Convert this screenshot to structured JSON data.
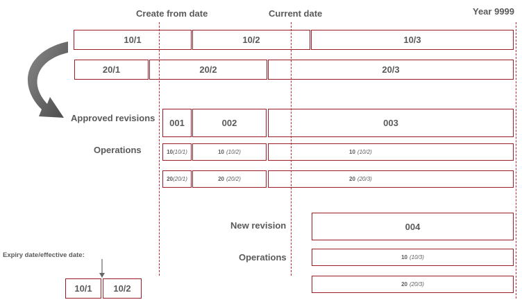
{
  "headers": {
    "create_from_date": "Create from date",
    "current_date": "Current date",
    "year_9999": "Year 9999"
  },
  "row1": [
    "10/1",
    "10/2",
    "10/3"
  ],
  "row2": [
    "20/1",
    "20/2",
    "20/3"
  ],
  "approved_revisions": {
    "label": "Approved revisions",
    "revisions": [
      "001",
      "002",
      "003"
    ]
  },
  "operations": {
    "label": "Operations",
    "row10": [
      {
        "op": "10",
        "ref": "(10/1)"
      },
      {
        "op": "10",
        "ref": "(10/2)"
      },
      {
        "op": "10",
        "ref": "(10/2)"
      }
    ],
    "row20": [
      {
        "op": "20",
        "ref": "(20/1)"
      },
      {
        "op": "20",
        "ref": "(20/2)"
      },
      {
        "op": "20",
        "ref": "(20/3)"
      }
    ]
  },
  "new_revision": {
    "label": "New revision",
    "revision": "004",
    "operations_label": "Operations",
    "op10": {
      "op": "10",
      "ref": "(10/3)"
    },
    "op20": {
      "op": "20",
      "ref": "(20/3)"
    }
  },
  "expiry": {
    "label": "Expiry date/effective date:",
    "boxes": [
      "10/1",
      "10/2"
    ]
  },
  "colors": {
    "border": "#9b1c24",
    "dashed_line": "#c0262d",
    "text": "#5a5a5a",
    "arrow": "#666666"
  }
}
